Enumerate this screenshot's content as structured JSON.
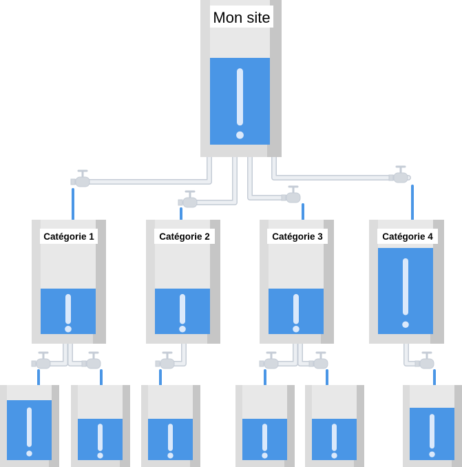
{
  "root": {
    "label": "Mon site",
    "fill_level": 0.6
  },
  "categories": [
    {
      "label": "Catégorie 1",
      "fill_level": 0.4,
      "children": [
        {
          "fill_level": 0.8
        },
        {
          "fill_level": 0.55
        }
      ]
    },
    {
      "label": "Catégorie 2",
      "fill_level": 0.4,
      "children": [
        {
          "fill_level": 0.55
        }
      ]
    },
    {
      "label": "Catégorie 3",
      "fill_level": 0.4,
      "children": [
        {
          "fill_level": 0.55
        },
        {
          "fill_level": 0.55
        }
      ]
    },
    {
      "label": "Catégorie 4",
      "fill_level": 0.75,
      "children": [
        {
          "fill_level": 0.7
        }
      ]
    }
  ],
  "colors": {
    "water": "#4a96e6",
    "exclamation": "#dbe9fb",
    "tank_frame": "#dcdcdc",
    "tank_shadow": "#c6c6c6",
    "tank_inner": "#e8e8e8",
    "pipe": "#eceff3",
    "pipe_stroke": "#c5ccd6",
    "valve": "#d4d9df"
  },
  "icons": {
    "tank": "water-tank-icon",
    "valve": "faucet-valve-icon",
    "alert": "exclamation-icon"
  }
}
